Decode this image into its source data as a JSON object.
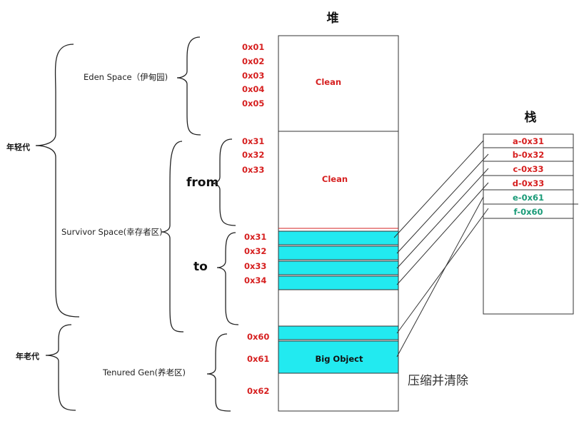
{
  "heap": {
    "title": "堆",
    "eden_label": "Clean",
    "from_label": "Clean",
    "big_object": "Big Object",
    "eden_addresses": [
      "0x01",
      "0x02",
      "0x03",
      "0x04",
      "0x05"
    ],
    "from_addresses": [
      "0x31",
      "0x32",
      "0x33"
    ],
    "to_addresses": [
      "0x31",
      "0x32",
      "0x33",
      "0x34"
    ],
    "old_addresses": [
      "0x60",
      "0x61",
      "0x62"
    ]
  },
  "stack": {
    "title": "栈",
    "entries": [
      {
        "text": "a-0x31",
        "color": "#d62020"
      },
      {
        "text": "b-0x32",
        "color": "#d62020"
      },
      {
        "text": "c-0x33",
        "color": "#d62020"
      },
      {
        "text": "d-0x33",
        "color": "#d62020"
      },
      {
        "text": "e-0x61",
        "color": "#1a9b78"
      },
      {
        "text": "f-0x60",
        "color": "#1a9b78"
      }
    ]
  },
  "regions": {
    "young_gen": "年轻代",
    "old_gen": "年老代",
    "eden": "Eden Space（伊甸园)",
    "survivor": "Survivor Space(幸存者区)",
    "tenured": "Tenured Gen(养老区)",
    "from": "from",
    "to": "to"
  },
  "note": "压缩并清除",
  "colors": {
    "address": "#d62020",
    "surviving_object": "#22eaf0",
    "stack_green": "#1a9b78"
  }
}
